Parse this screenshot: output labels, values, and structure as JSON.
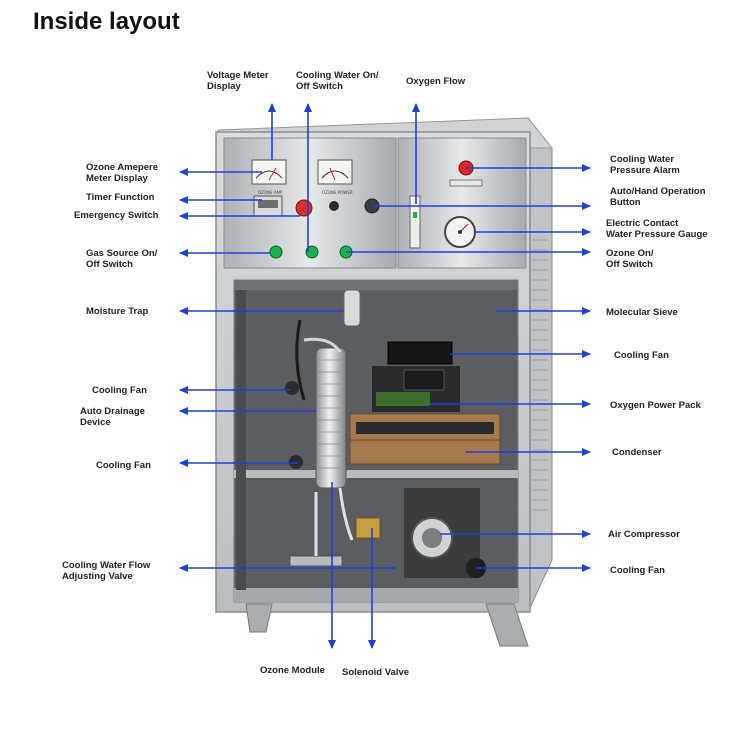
{
  "title": "Inside layout",
  "labels": {
    "voltage_meter": "Voltage Meter\nDisplay",
    "cooling_water_switch": "Cooling Water On/\nOff Switch",
    "oxygen_flow": "Oxygen Flow",
    "ozone_ampere_meter": "Ozone Amepere\nMeter Display",
    "timer_function": "Timer Function",
    "emergency_switch": "Emergency Switch",
    "gas_source_switch": "Gas Source On/\nOff Switch",
    "moisture_trap": "Moisture Trap",
    "cooling_fan_left_1": "Cooling Fan",
    "auto_drainage": "Auto Drainage\nDevice",
    "cooling_fan_left_2": "Cooling Fan",
    "cooling_water_flow_valve": "Cooling Water Flow\nAdjusting Valve",
    "ozone_module": "Ozone Module",
    "solenoid_valve": "Solenoid Valve",
    "cooling_water_alarm": "Cooling Water\nPressure Alarm",
    "auto_hand_button": "Auto/Hand Operation\nButton",
    "electric_contact_gauge": "Electric Contact\nWater Pressure Gauge",
    "ozone_switch": "Ozone On/\nOff Switch",
    "molecular_sieve": "Molecular Sieve",
    "cooling_fan_right_1": "Cooling Fan",
    "oxygen_power_pack": "Oxygen Power Pack",
    "condenser": "Condenser",
    "air_compressor": "Air Compressor",
    "cooling_fan_right_2": "Cooling Fan"
  },
  "colors": {
    "arrow": "#1f3fd6",
    "cabinet": "#c9ccce",
    "cabinet_dark": "#7d8185",
    "cabinet_light": "#e4e6e8",
    "interior": "#5b5e60",
    "power_switch_green": "#1bb24a",
    "emergency_red": "#d8312b",
    "alarm_red": "#e02424"
  }
}
